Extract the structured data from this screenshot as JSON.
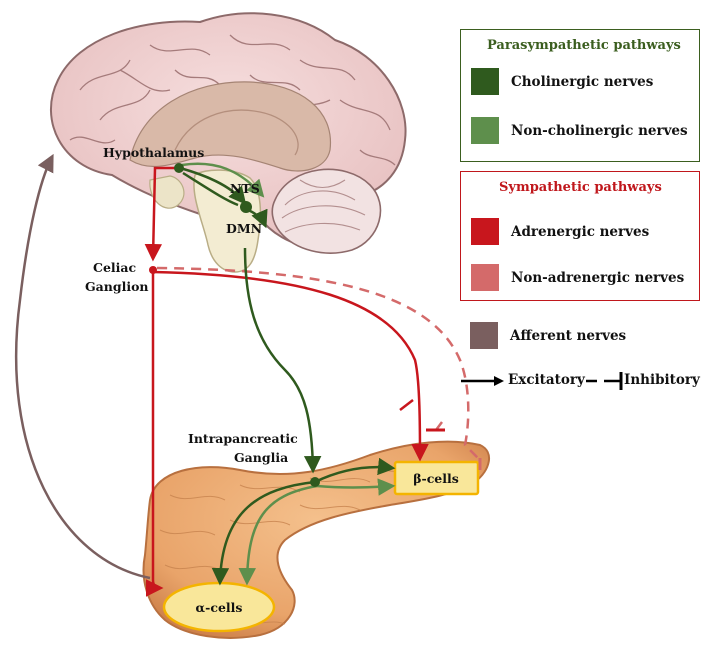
{
  "labels": {
    "hypothalamus": "Hypothalamus",
    "nts": "NTS",
    "dmn": "DMN",
    "celiac_line1": "Celiac",
    "celiac_line2": "Ganglion",
    "intra_line1": "Intrapancreatic",
    "intra_line2": "Ganglia",
    "beta_cells": "β-cells",
    "alpha_cells": "α-cells"
  },
  "legend": {
    "parasympathetic": {
      "title": "Parasympathetic pathways",
      "title_color": "#3b5e1f",
      "items": [
        {
          "label": "Cholinergic nerves",
          "color": "#2f5a1e"
        },
        {
          "label": "Non-cholinergic nerves",
          "color": "#5e8f4c"
        }
      ]
    },
    "sympathetic": {
      "title": "Sympathetic pathways",
      "title_color": "#c0171c",
      "items": [
        {
          "label": "Adrenergic nerves",
          "color": "#c8161d"
        },
        {
          "label": "Non-adrenergic nerves",
          "color": "#d46a6a"
        }
      ]
    },
    "afferent": {
      "label": "Afferent nerves",
      "color": "#7a5f5f"
    },
    "excitatory": "Excitatory",
    "inhibitory": "Inhibitory"
  }
}
